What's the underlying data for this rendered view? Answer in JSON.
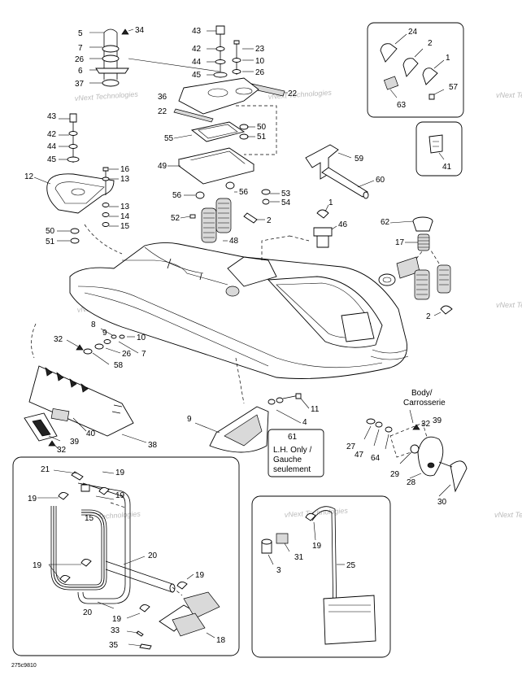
{
  "watermark": "vNext Technologies",
  "drawing_code": "275c9810",
  "callout_labels": {
    "body": [
      "Body/",
      "Carrosserie"
    ],
    "lh_only": [
      "61",
      "L.H. Only /",
      "Gauche",
      "seulement"
    ]
  },
  "part_numbers": {
    "p5": "5",
    "p34": "34",
    "p7": "7",
    "p26a": "26",
    "p6": "6",
    "p37": "37",
    "p43a": "43",
    "p42a": "42",
    "p44a": "44",
    "p45a": "45",
    "p36": "36",
    "p22a": "22",
    "p23": "23",
    "p10a": "10",
    "p26b": "26",
    "p22b": "22",
    "p55": "55",
    "p50a": "50",
    "p51a": "51",
    "p49": "49",
    "p56a": "56",
    "p56b": "56",
    "p53": "53",
    "p54": "54",
    "p52": "52",
    "p2a": "2",
    "p48": "48",
    "p43b": "43",
    "p42b": "42",
    "p44b": "44",
    "p45b": "45",
    "p12": "12",
    "p16": "16",
    "p13a": "13",
    "p13b": "13",
    "p14": "14",
    "p15": "15",
    "p50b": "50",
    "p51b": "51",
    "p24": "24",
    "p2b": "2",
    "p1a": "1",
    "p57": "57",
    "p63": "63",
    "p41": "41",
    "p59": "59",
    "p60": "60",
    "p1b": "1",
    "p46": "46",
    "p62": "62",
    "p17": "17",
    "p2c": "2",
    "p8": "8",
    "p9a": "9",
    "p32a": "32",
    "p10b": "10",
    "p7b": "7",
    "p26c": "26",
    "p58": "58",
    "p40": "40",
    "p39a": "39",
    "p32b": "32",
    "p38": "38",
    "p9b": "9",
    "p11": "11",
    "p4": "4",
    "p32c": "32",
    "p39b": "39",
    "p27": "27",
    "p47": "47",
    "p64": "64",
    "p29": "29",
    "p28": "28",
    "p30": "30",
    "p21": "21",
    "p19a": "19",
    "p19b": "19",
    "p15b": "15",
    "p19c": "19",
    "p20a": "20",
    "p19d": "19",
    "p20b": "20",
    "p19e": "19",
    "p33": "33",
    "p18": "18",
    "p35": "35",
    "p19f": "19",
    "p31": "31",
    "p3": "3",
    "p25": "25"
  }
}
